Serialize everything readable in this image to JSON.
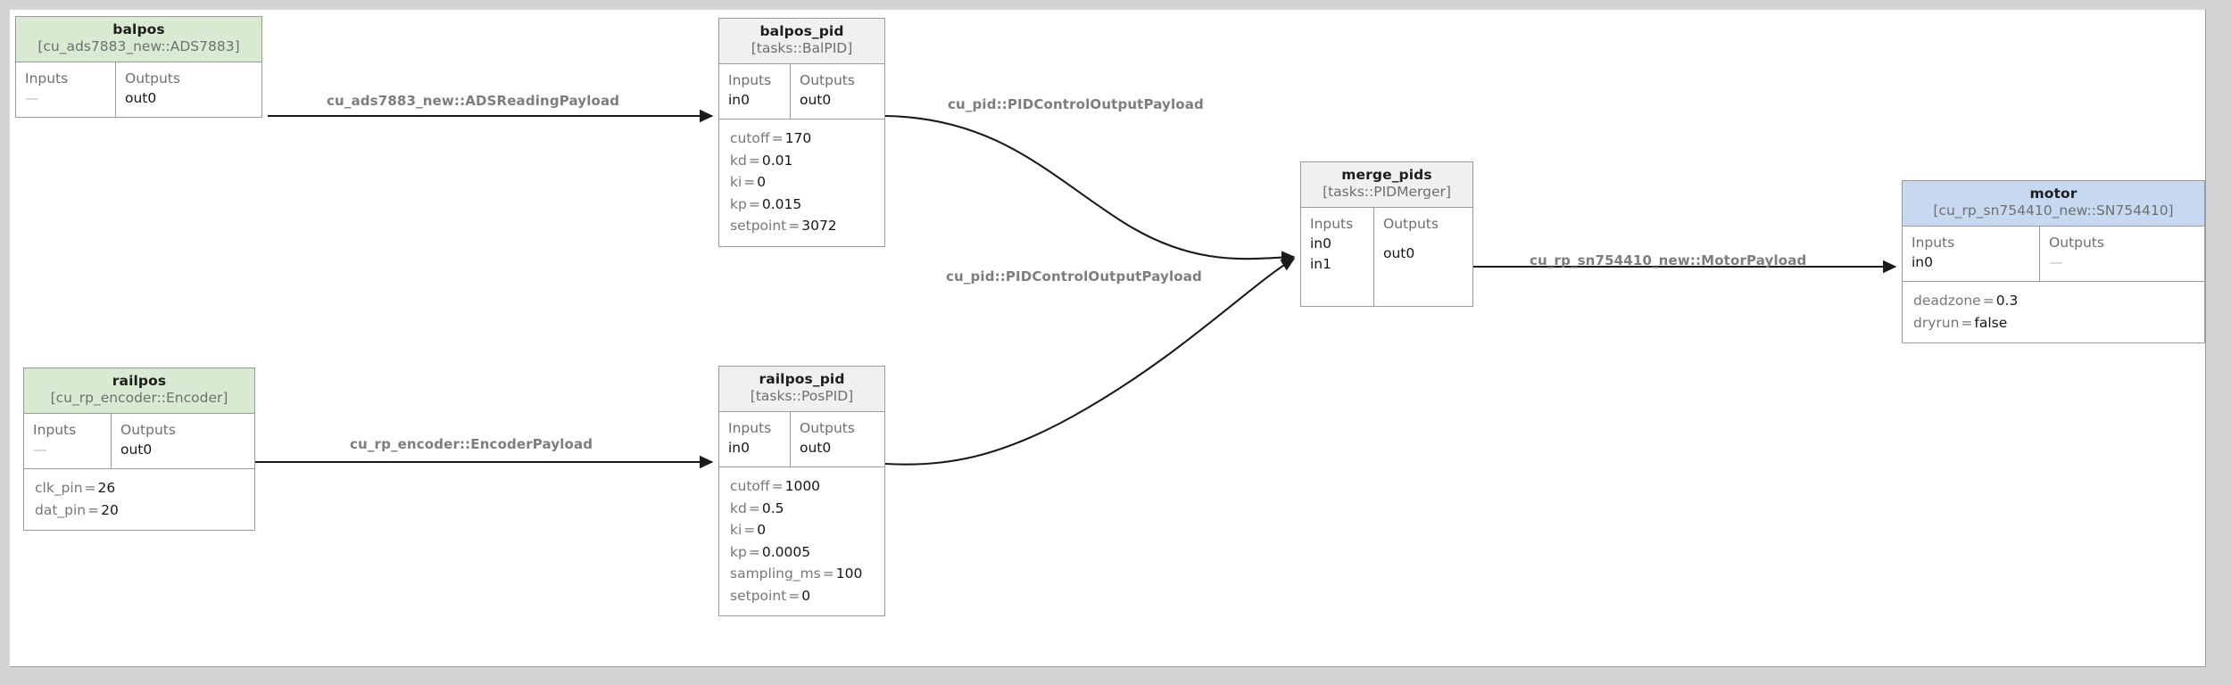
{
  "canvas": {
    "background": "#ffffff",
    "page_background": "#d4d4d4"
  },
  "colors": {
    "header_green": "#d9ead3",
    "header_grey": "#f0f0f0",
    "header_blue": "#c6d9f1",
    "border": "#9b9b9b",
    "edge": "#1a1a1a",
    "label_text": "#7d7d7d"
  },
  "labels": {
    "inputs": "Inputs",
    "outputs": "Outputs",
    "none": "—"
  },
  "nodes": [
    {
      "id": "balpos",
      "title": "balpos",
      "type": "[cu_ads7883_new::ADS7883]",
      "header_style": "green",
      "inputs": [],
      "outputs": [
        "out0"
      ],
      "params": []
    },
    {
      "id": "balpos_pid",
      "title": "balpos_pid",
      "type": "[tasks::BalPID]",
      "header_style": "grey",
      "inputs": [
        "in0"
      ],
      "outputs": [
        "out0"
      ],
      "params": [
        {
          "key": "cutoff",
          "value": "170"
        },
        {
          "key": "kd",
          "value": "0.01"
        },
        {
          "key": "ki",
          "value": "0"
        },
        {
          "key": "kp",
          "value": "0.015"
        },
        {
          "key": "setpoint",
          "value": "3072"
        }
      ]
    },
    {
      "id": "merge_pids",
      "title": "merge_pids",
      "type": "[tasks::PIDMerger]",
      "header_style": "grey",
      "inputs": [
        "in0",
        "in1"
      ],
      "outputs": [
        "out0"
      ],
      "params": []
    },
    {
      "id": "motor",
      "title": "motor",
      "type": "[cu_rp_sn754410_new::SN754410]",
      "header_style": "blue",
      "inputs": [
        "in0"
      ],
      "outputs": [],
      "params": [
        {
          "key": "deadzone",
          "value": "0.3"
        },
        {
          "key": "dryrun",
          "value": "false"
        }
      ]
    },
    {
      "id": "railpos",
      "title": "railpos",
      "type": "[cu_rp_encoder::Encoder]",
      "header_style": "green",
      "inputs": [],
      "outputs": [
        "out0"
      ],
      "params": [
        {
          "key": "clk_pin",
          "value": "26"
        },
        {
          "key": "dat_pin",
          "value": "20"
        }
      ]
    },
    {
      "id": "railpos_pid",
      "title": "railpos_pid",
      "type": "[tasks::PosPID]",
      "header_style": "grey",
      "inputs": [
        "in0"
      ],
      "outputs": [
        "out0"
      ],
      "params": [
        {
          "key": "cutoff",
          "value": "1000"
        },
        {
          "key": "kd",
          "value": "0.5"
        },
        {
          "key": "ki",
          "value": "0"
        },
        {
          "key": "kp",
          "value": "0.0005"
        },
        {
          "key": "sampling_ms",
          "value": "100"
        },
        {
          "key": "setpoint",
          "value": "0"
        }
      ]
    }
  ],
  "edges": [
    {
      "id": "e1",
      "from": "balpos.out0",
      "to": "balpos_pid.in0",
      "label": "cu_ads7883_new::ADSReadingPayload"
    },
    {
      "id": "e2",
      "from": "balpos_pid.out0",
      "to": "merge_pids.in0",
      "label": "cu_pid::PIDControlOutputPayload"
    },
    {
      "id": "e3",
      "from": "railpos_pid.out0",
      "to": "merge_pids.in0",
      "label": "cu_pid::PIDControlOutputPayload"
    },
    {
      "id": "e4",
      "from": "merge_pids.out0",
      "to": "motor.in0",
      "label": "cu_rp_sn754410_new::MotorPayload"
    },
    {
      "id": "e5",
      "from": "railpos.out0",
      "to": "railpos_pid.in0",
      "label": "cu_rp_encoder::EncoderPayload"
    }
  ]
}
